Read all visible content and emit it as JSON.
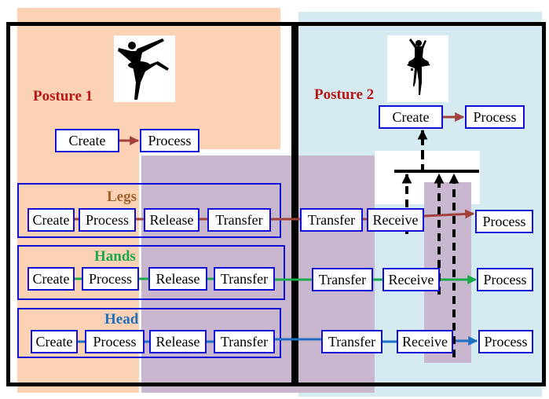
{
  "posture1": {
    "title": "Posture 1",
    "nodes": [
      "Create",
      "Process"
    ]
  },
  "posture2": {
    "title": "Posture 2",
    "nodes": [
      "Create",
      "Process"
    ]
  },
  "icons": [
    "dancer-arabesque-icon",
    "dancer-pointe-icon"
  ],
  "tracks": [
    {
      "id": "legs",
      "title": "Legs",
      "color": "#a0413b",
      "title_color": "#a0602b",
      "left_nodes": [
        "Create",
        "Process",
        "Release",
        "Transfer"
      ],
      "right_nodes": [
        "Transfer",
        "Receive"
      ],
      "end_node": "Process"
    },
    {
      "id": "hands",
      "title": "Hands",
      "color": "#1aa84a",
      "title_color": "#1aa84a",
      "left_nodes": [
        "Create",
        "Process",
        "Release",
        "Transfer"
      ],
      "right_nodes": [
        "Transfer",
        "Receive"
      ],
      "end_node": "Process"
    },
    {
      "id": "head",
      "title": "Head",
      "color": "#1e6fc0",
      "title_color": "#1e6fc0",
      "left_nodes": [
        "Create",
        "Process",
        "Release",
        "Transfer"
      ],
      "right_nodes": [
        "Transfer",
        "Receive"
      ],
      "end_node": "Process"
    }
  ],
  "colors": {
    "posture1_bg": "#fbd3b4",
    "posture2_bg": "#d6eaf1",
    "overlap_bg": "#c9b6cf",
    "node_border": "#1010d8",
    "title_red": "#b81818",
    "posture_arrow": "#a0413b"
  }
}
